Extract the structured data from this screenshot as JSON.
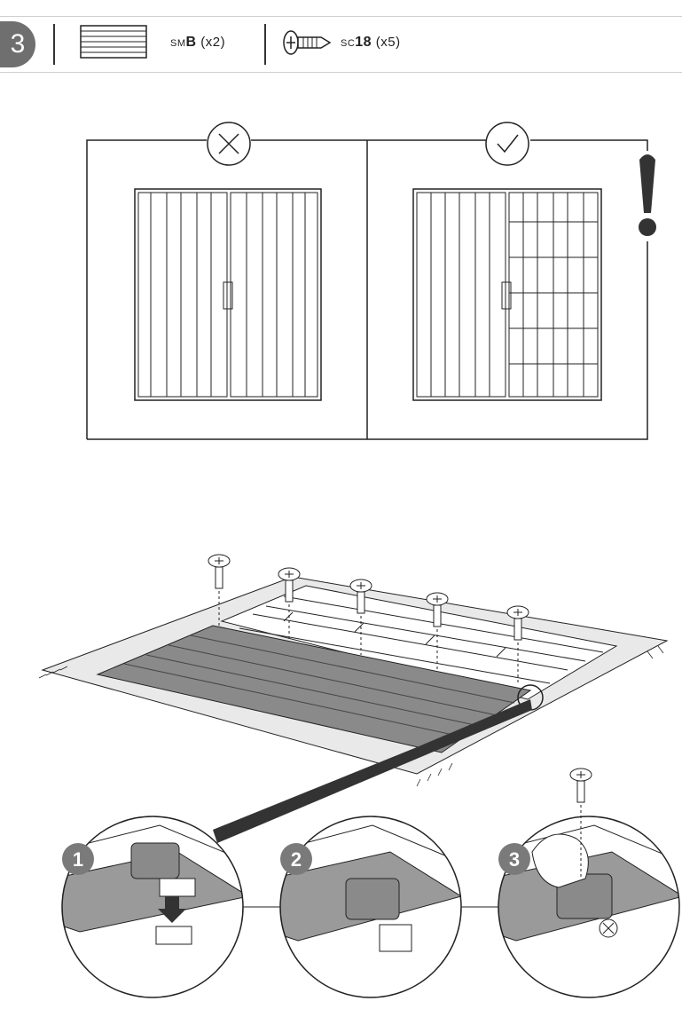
{
  "header": {
    "step_number": "3",
    "parts": [
      {
        "prefix": "SM",
        "code": "B",
        "qty": "(x2)",
        "icon": "wall-panel-icon"
      },
      {
        "prefix": "SC",
        "code": "18",
        "qty": "(x5)",
        "icon": "screw-icon"
      }
    ]
  },
  "comparison": {
    "wrong_icon": "cross-icon",
    "right_icon": "check-icon",
    "warning_icon": "exclamation-icon"
  },
  "detail_steps": [
    "1",
    "2",
    "3"
  ],
  "colors": {
    "step_badge": "#6f6f6f",
    "panel_fill": "#8a8a8a",
    "mat_fill": "#e9e9e9",
    "line": "#222222"
  }
}
